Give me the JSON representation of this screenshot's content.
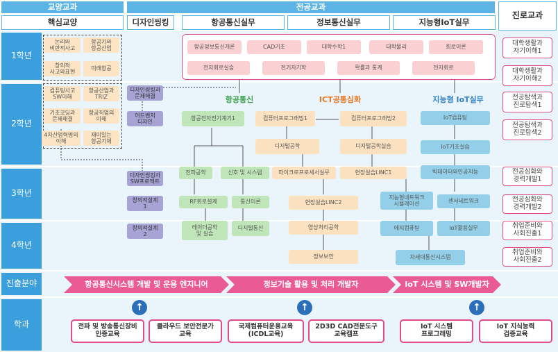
{
  "headers": {
    "general": "교양교과",
    "major": "전공교과",
    "career": "진로교과"
  },
  "subheaders": {
    "core": "핵심교양",
    "design": "디자인씽킹",
    "aero": "항공통신실무",
    "info": "정보통신실무",
    "iot": "지능형IoT실무"
  },
  "years": {
    "y1": "1학년",
    "y2": "2학년",
    "y3": "3학년",
    "y4": "4학년",
    "field": "진출분야",
    "dept": "학과"
  },
  "core_courses": {
    "c1": "논리와\n비판적사고",
    "c2": "항공기와\n항공산업",
    "c3": "창의적\n사고와표현",
    "c4": "미래항공",
    "c5": "컴퓨팅사고\nSW이해",
    "c6": "항공산업과\nTRIZ",
    "c7": "기초코딩과\n문제해결",
    "c8": "항공직업의\n이해",
    "c9": "4차산업혁명의\n이해",
    "c10": "재미있는\n항공기체"
  },
  "design_courses": {
    "d1": "디자인씽킹과\n문제해결",
    "d2": "어드벤처\n디자인",
    "d3": "디자인씽킹과\nSW프로젝트",
    "d4": "창의적설계\n1",
    "d5": "창의적설계\n2"
  },
  "year1_pool": [
    "항공정보통신개론",
    "CAD기초",
    "대학수학1",
    "대학물리",
    "회로이론",
    "전자회로실습",
    "전기자기학",
    "확률과 통계",
    "전자회로"
  ],
  "tracks": {
    "aero": "항공통신",
    "ict": "ICT공통심화",
    "iot": "지능형 IoT실무"
  },
  "aero_courses": {
    "a1": "항공전자전기계기1",
    "a2": "전파공학",
    "a3": "신호 및 시스템",
    "a4": "RF회로설계",
    "a5": "통신이론",
    "a6": "레이더공학\n및 실습",
    "a7": "디지털통신"
  },
  "ict_courses": {
    "i1": "컴퓨터프로그래밍1",
    "i2": "컴퓨터프로그래밍2",
    "i3": "디지털공학",
    "i4": "디지털공학실습",
    "i5": "마이크로프로세서실무",
    "i6": "현장실습LINC1",
    "i7": "현장실습LINC2",
    "i8": "영상처리공학",
    "i9": "정보보안"
  },
  "iot_courses": {
    "t1": "IoT컴퓨팅",
    "t2": "IoT기초실습",
    "t3": "빅데이터와인공지능",
    "t4": "지능형네트워크\n시뮬레이션",
    "t5": "센서네트워크",
    "t6": "에지컴퓨팅",
    "t7": "IoT활용실무",
    "t8": "차세대통신시스템"
  },
  "career_courses": {
    "k1": "대학생활과\n자기이해1",
    "k2": "대학생활과\n자기이해2",
    "k3": "전공탐색과\n진로탐색1",
    "k4": "전공탐색과\n진로탐색2",
    "k5": "전공심화와\n경력개발1",
    "k6": "전공심화와\n경력개발2",
    "k7": "취업준비와\n사회진출1",
    "k8": "취업준비와\n사회진출2"
  },
  "fields": [
    "항공통신시스템 개발 및 운용 엔지니어",
    "정보기술 활용 및 처리 개발자",
    "IoT 시스템 및 SW개발자"
  ],
  "depts": [
    "전파 및 방송통신장비\n인증교육",
    "클라우드 보안전문가\n교육",
    "국제컴퓨터운용교육\n(ICDL교육)",
    "2D3D CAD전문도구\n교육캠프",
    "IoT 시스템\n프로그래밍",
    "IoT 지식능력\n검증교육"
  ],
  "colors": {
    "header": "#5bb4e4",
    "year": "#3a9fdc",
    "aero_title": "#3aa04a",
    "ict_title": "#e87722",
    "iot_title": "#2f7fc1",
    "field_band": "#ea5b96",
    "dept_border": "#e24b8a"
  },
  "icons": {
    "up": "arrow-up-circle-icon"
  }
}
